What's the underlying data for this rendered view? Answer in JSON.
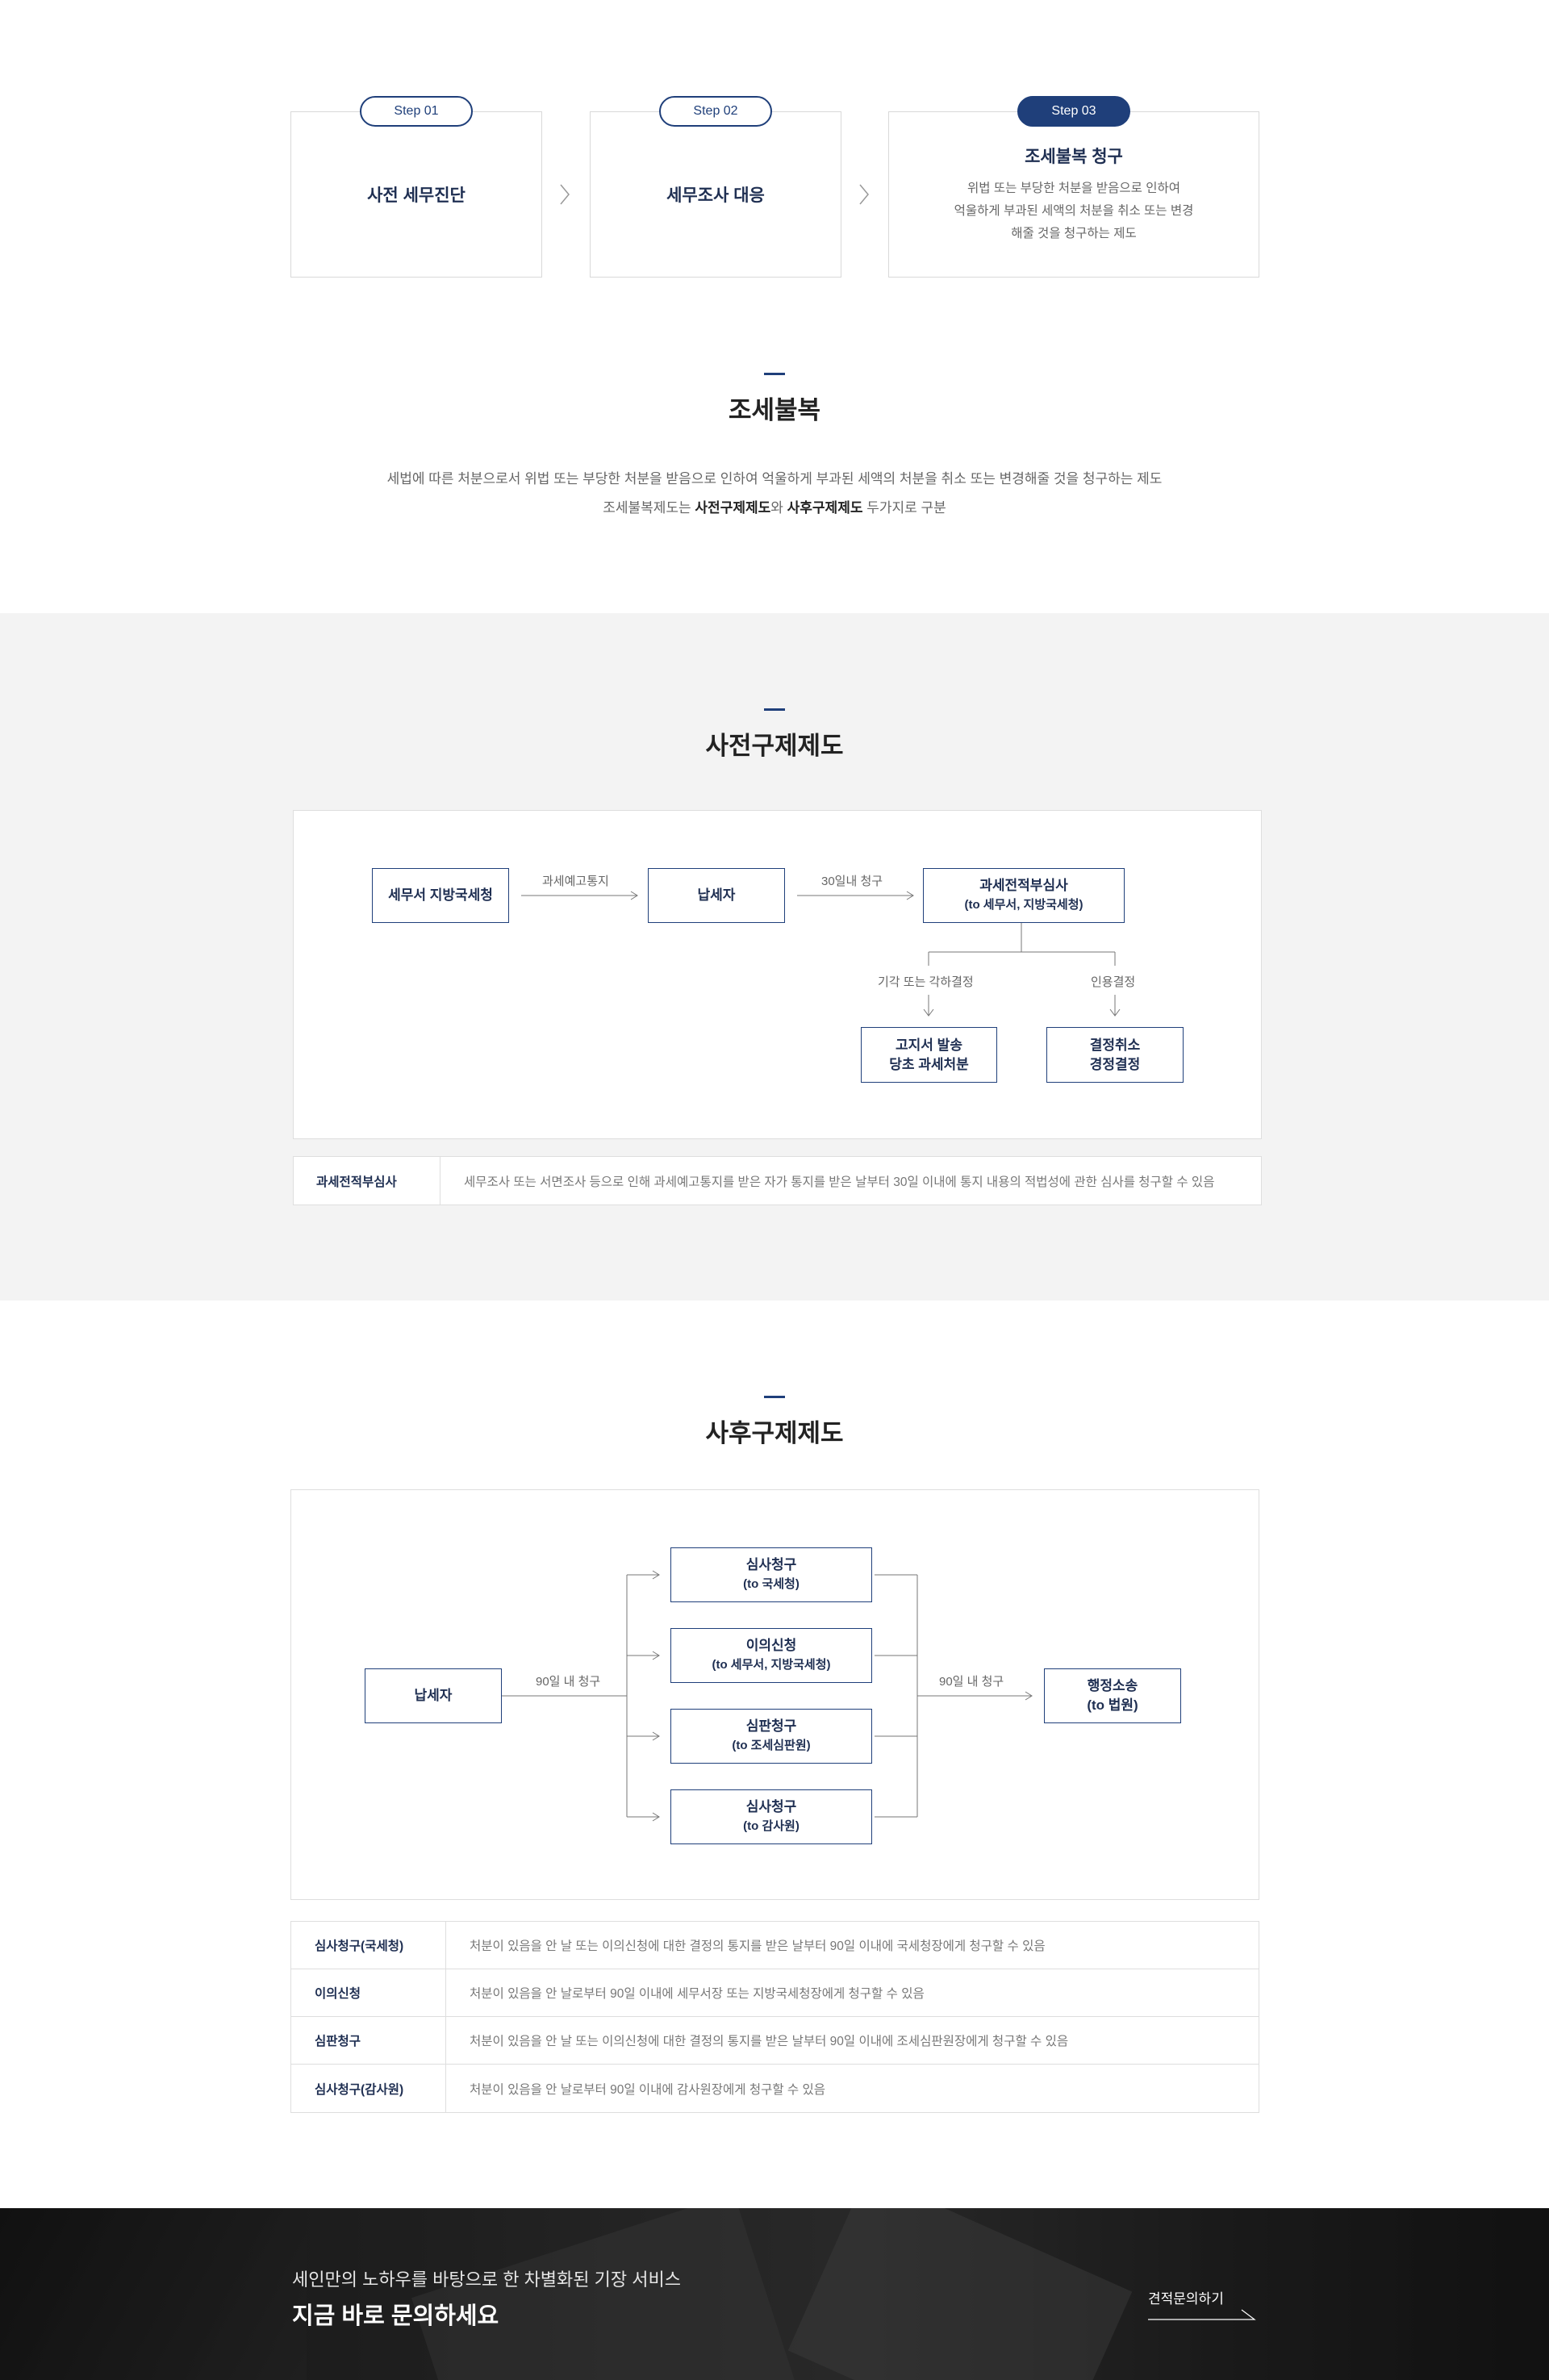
{
  "steps": [
    {
      "badge": "Step 01",
      "title": "사전 세무진단",
      "desc": []
    },
    {
      "badge": "Step 02",
      "title": "세무조사 대응",
      "desc": []
    },
    {
      "badge": "Step 03",
      "title": "조세불복 청구",
      "desc": [
        "위법 또는 부당한 처분을 받음으로 인하여",
        "억울하게 부과된 세액의 처분을 취소 또는 변경",
        "해줄 것을 청구하는 제도"
      ]
    }
  ],
  "intro": {
    "title": "조세불복",
    "line1": "세법에 따른 처분으로서 위법 또는 부당한 처분을 받음으로 인하여 억울하게 부과된 세액의 처분을 취소 또는 변경해줄 것을 청구하는 제도",
    "line2_pre": "조세불복제도는 ",
    "line2_b1": "사전구제제도",
    "line2_mid": "와 ",
    "line2_b2": "사후구제제도",
    "line2_post": " 두가지로 구분"
  },
  "pre": {
    "title": "사전구제제도",
    "box_tax_office": "세무서 지방국세청",
    "label_notice": "과세예고통지",
    "box_taxpayer": "납세자",
    "label_30days": "30일내 청구",
    "box_review_line1": "과세전적부심사",
    "box_review_line2": "(to 세무서, 지방국세청)",
    "label_reject": "기각 또는 각하결정",
    "label_accept": "인용결정",
    "box_result1_line1": "고지서 발송",
    "box_result1_line2": "당초 과세처분",
    "box_result2_line1": "결정취소",
    "box_result2_line2": "경정결정",
    "table": [
      {
        "key": "과세전적부심사",
        "value": "세무조사 또는 서면조사 등으로 인해 과세예고통지를 받은 자가 통지를 받은 날부터 30일 이내에 통지 내용의 적법성에 관한 심사를 청구할 수 있음"
      }
    ]
  },
  "post": {
    "title": "사후구제제도",
    "box_taxpayer": "납세자",
    "label_90days_left": "90일 내 청구",
    "label_90days_right": "90일 내 청구",
    "mid_boxes": [
      {
        "line1": "심사청구",
        "line2": "(to 국세청)"
      },
      {
        "line1": "이의신청",
        "line2": "(to 세무서, 지방국세청)"
      },
      {
        "line1": "심판청구",
        "line2": "(to 조세심판원)"
      },
      {
        "line1": "심사청구",
        "line2": "(to 감사원)"
      }
    ],
    "box_lawsuit_line1": "행정소송",
    "box_lawsuit_line2": "(to 법원)",
    "table": [
      {
        "key": "심사청구(국세청)",
        "value": "처분이 있음을 안 날 또는 이의신청에 대한 결정의 통지를 받은 날부터 90일 이내에 국세청장에게 청구할 수 있음"
      },
      {
        "key": "이의신청",
        "value": "처분이 있음을 안 날로부터 90일 이내에 세무서장 또는 지방국세청장에게 청구할 수 있음"
      },
      {
        "key": "심판청구",
        "value": "처분이 있음을 안 날 또는 이의신청에 대한 결정의 통지를 받은 날부터 90일 이내에 조세심판원장에게 청구할 수 있음"
      },
      {
        "key": "심사청구(감사원)",
        "value": "처분이 있음을 안 날로부터 90일 이내에 감사원장에게 청구할 수 있음"
      }
    ]
  },
  "banner": {
    "subtitle": "세인만의 노하우를 바탕으로 한 차별화된 기장 서비스",
    "title": "지금 바로 문의하세요",
    "link": "견적문의하기"
  },
  "colors": {
    "accent": "#1f3f7a",
    "text": "#333333",
    "muted": "#666666",
    "section_bg": "#f3f3f3"
  }
}
